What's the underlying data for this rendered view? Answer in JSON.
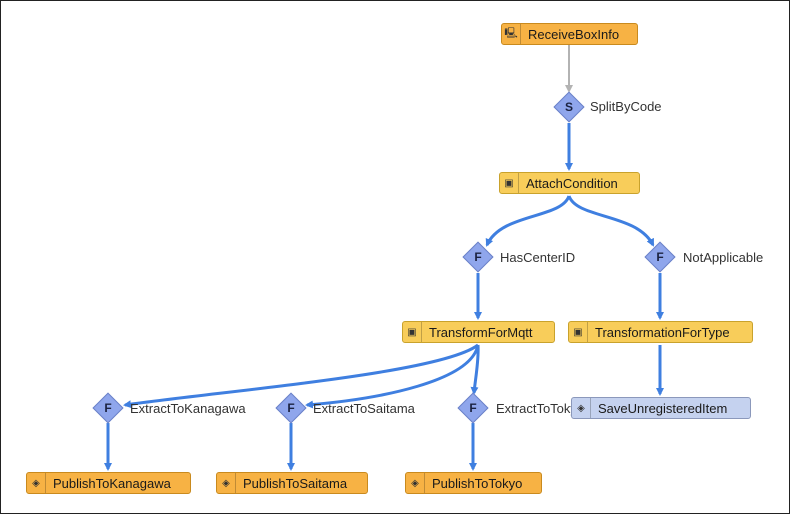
{
  "colors": {
    "edge": "#3f7fe0",
    "edge_start": "#b3b3b3",
    "node_orange": "#f7b244",
    "node_yellow": "#f8cd5a",
    "node_blue": "#c5d2ef",
    "gate": "#8fa6ec"
  },
  "nodes": {
    "receive_box_info": {
      "label": "ReceiveBoxInfo",
      "icon": "receive-icon"
    },
    "attach_condition": {
      "label": "AttachCondition",
      "icon": "step-icon"
    },
    "transform_for_mqtt": {
      "label": "TransformForMqtt",
      "icon": "step-icon"
    },
    "transformation_for_type": {
      "label": "TransformationForType",
      "icon": "step-icon"
    },
    "publish_to_kanagawa": {
      "label": "PublishToKanagawa",
      "icon": "publish-icon"
    },
    "publish_to_saitama": {
      "label": "PublishToSaitama",
      "icon": "publish-icon"
    },
    "publish_to_tokyo": {
      "label": "PublishToTokyo",
      "icon": "publish-icon"
    },
    "save_unregistered_item": {
      "label": "SaveUnregisteredItem",
      "icon": "publish-icon"
    }
  },
  "gates": {
    "split_by_code": {
      "letter": "S",
      "label": "SplitByCode"
    },
    "has_center_id": {
      "letter": "F",
      "label": "HasCenterID"
    },
    "not_applicable": {
      "letter": "F",
      "label": "NotApplicable"
    },
    "extract_to_kanagawa": {
      "letter": "F",
      "label": "ExtractToKanagawa"
    },
    "extract_to_saitama": {
      "letter": "F",
      "label": "ExtractToSaitama"
    },
    "extract_to_tokyo": {
      "letter": "F",
      "label": "ExtractToTokyo"
    }
  }
}
